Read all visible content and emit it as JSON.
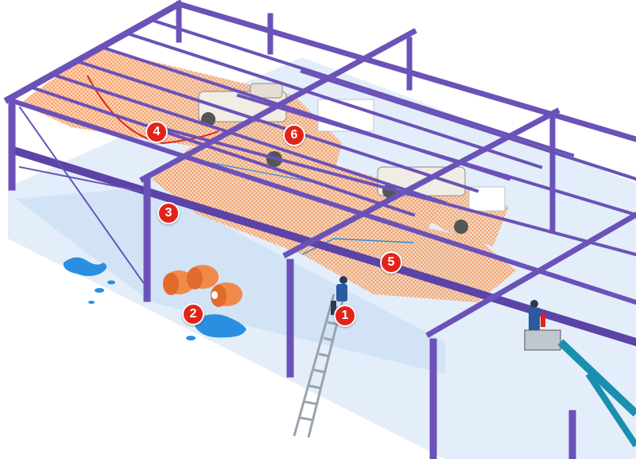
{
  "colors": {
    "steel": "#6b52b8",
    "steel_dark": "#4b3690",
    "net": "#f08a4b",
    "net_fill": "#f7c7a4",
    "floor": "#dbe9f8",
    "water": "#2a8fe0",
    "marker": "#e2231a"
  },
  "icons": [
    "ladder-icon",
    "worker-icon",
    "net-roll-icon",
    "aerial-lift-icon",
    "vehicle-icon",
    "water-puddle-icon"
  ],
  "markers": [
    {
      "id": "m1",
      "label": "1"
    },
    {
      "id": "m2",
      "label": "2"
    },
    {
      "id": "m3",
      "label": "3"
    },
    {
      "id": "m4",
      "label": "4"
    },
    {
      "id": "m5",
      "label": "5"
    },
    {
      "id": "m6",
      "label": "6"
    }
  ]
}
